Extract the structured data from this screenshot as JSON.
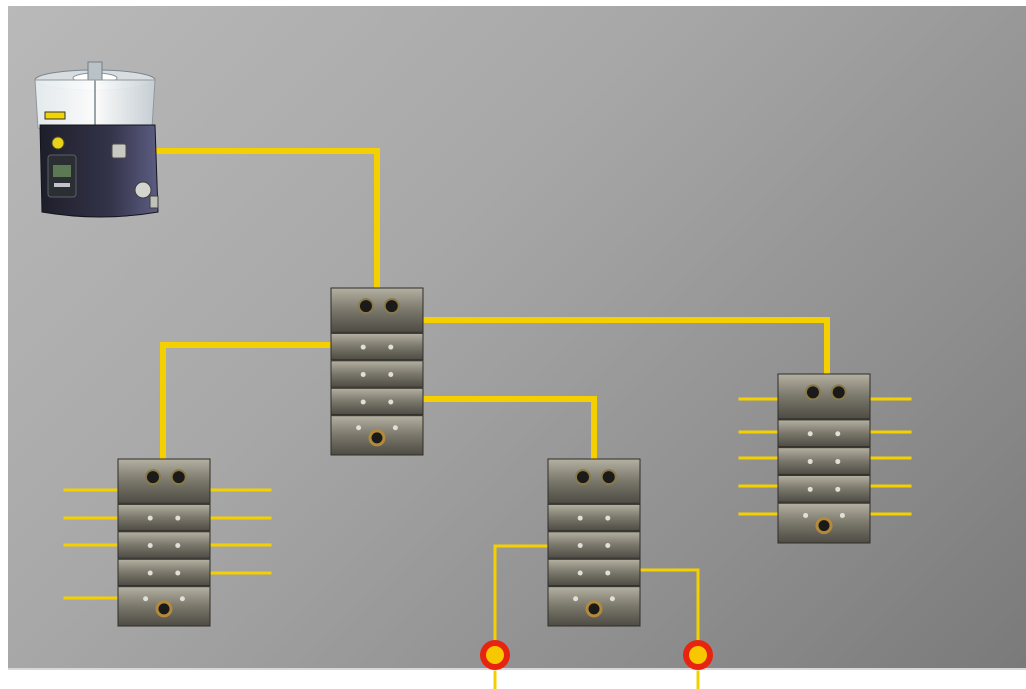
{
  "diagram": {
    "background": {
      "gradient_from": "#b9b9b9",
      "gradient_to": "#7a7a7a"
    },
    "colors": {
      "line": "#f5d000",
      "block_face": "#7d7a6f",
      "block_light": "#aaa797",
      "block_dark": "#3b3a34",
      "port": "#1a1a1a",
      "indicator_outer": "#e8230f",
      "indicator_inner": "#f7c800"
    },
    "pump": {
      "icon": "lubrication-pump-icon",
      "label_text": ""
    },
    "divider_valves": [
      {
        "id": "primary",
        "icon": "divider-valve-icon",
        "sections": 5
      },
      {
        "id": "secondary-left",
        "icon": "divider-valve-icon",
        "sections": 5
      },
      {
        "id": "secondary-middle",
        "icon": "divider-valve-icon",
        "sections": 5
      },
      {
        "id": "secondary-right",
        "icon": "divider-valve-icon",
        "sections": 5
      }
    ],
    "indicators": [
      {
        "id": "indicator-left",
        "icon": "cycle-indicator-icon"
      },
      {
        "id": "indicator-right",
        "icon": "cycle-indicator-icon"
      }
    ]
  }
}
